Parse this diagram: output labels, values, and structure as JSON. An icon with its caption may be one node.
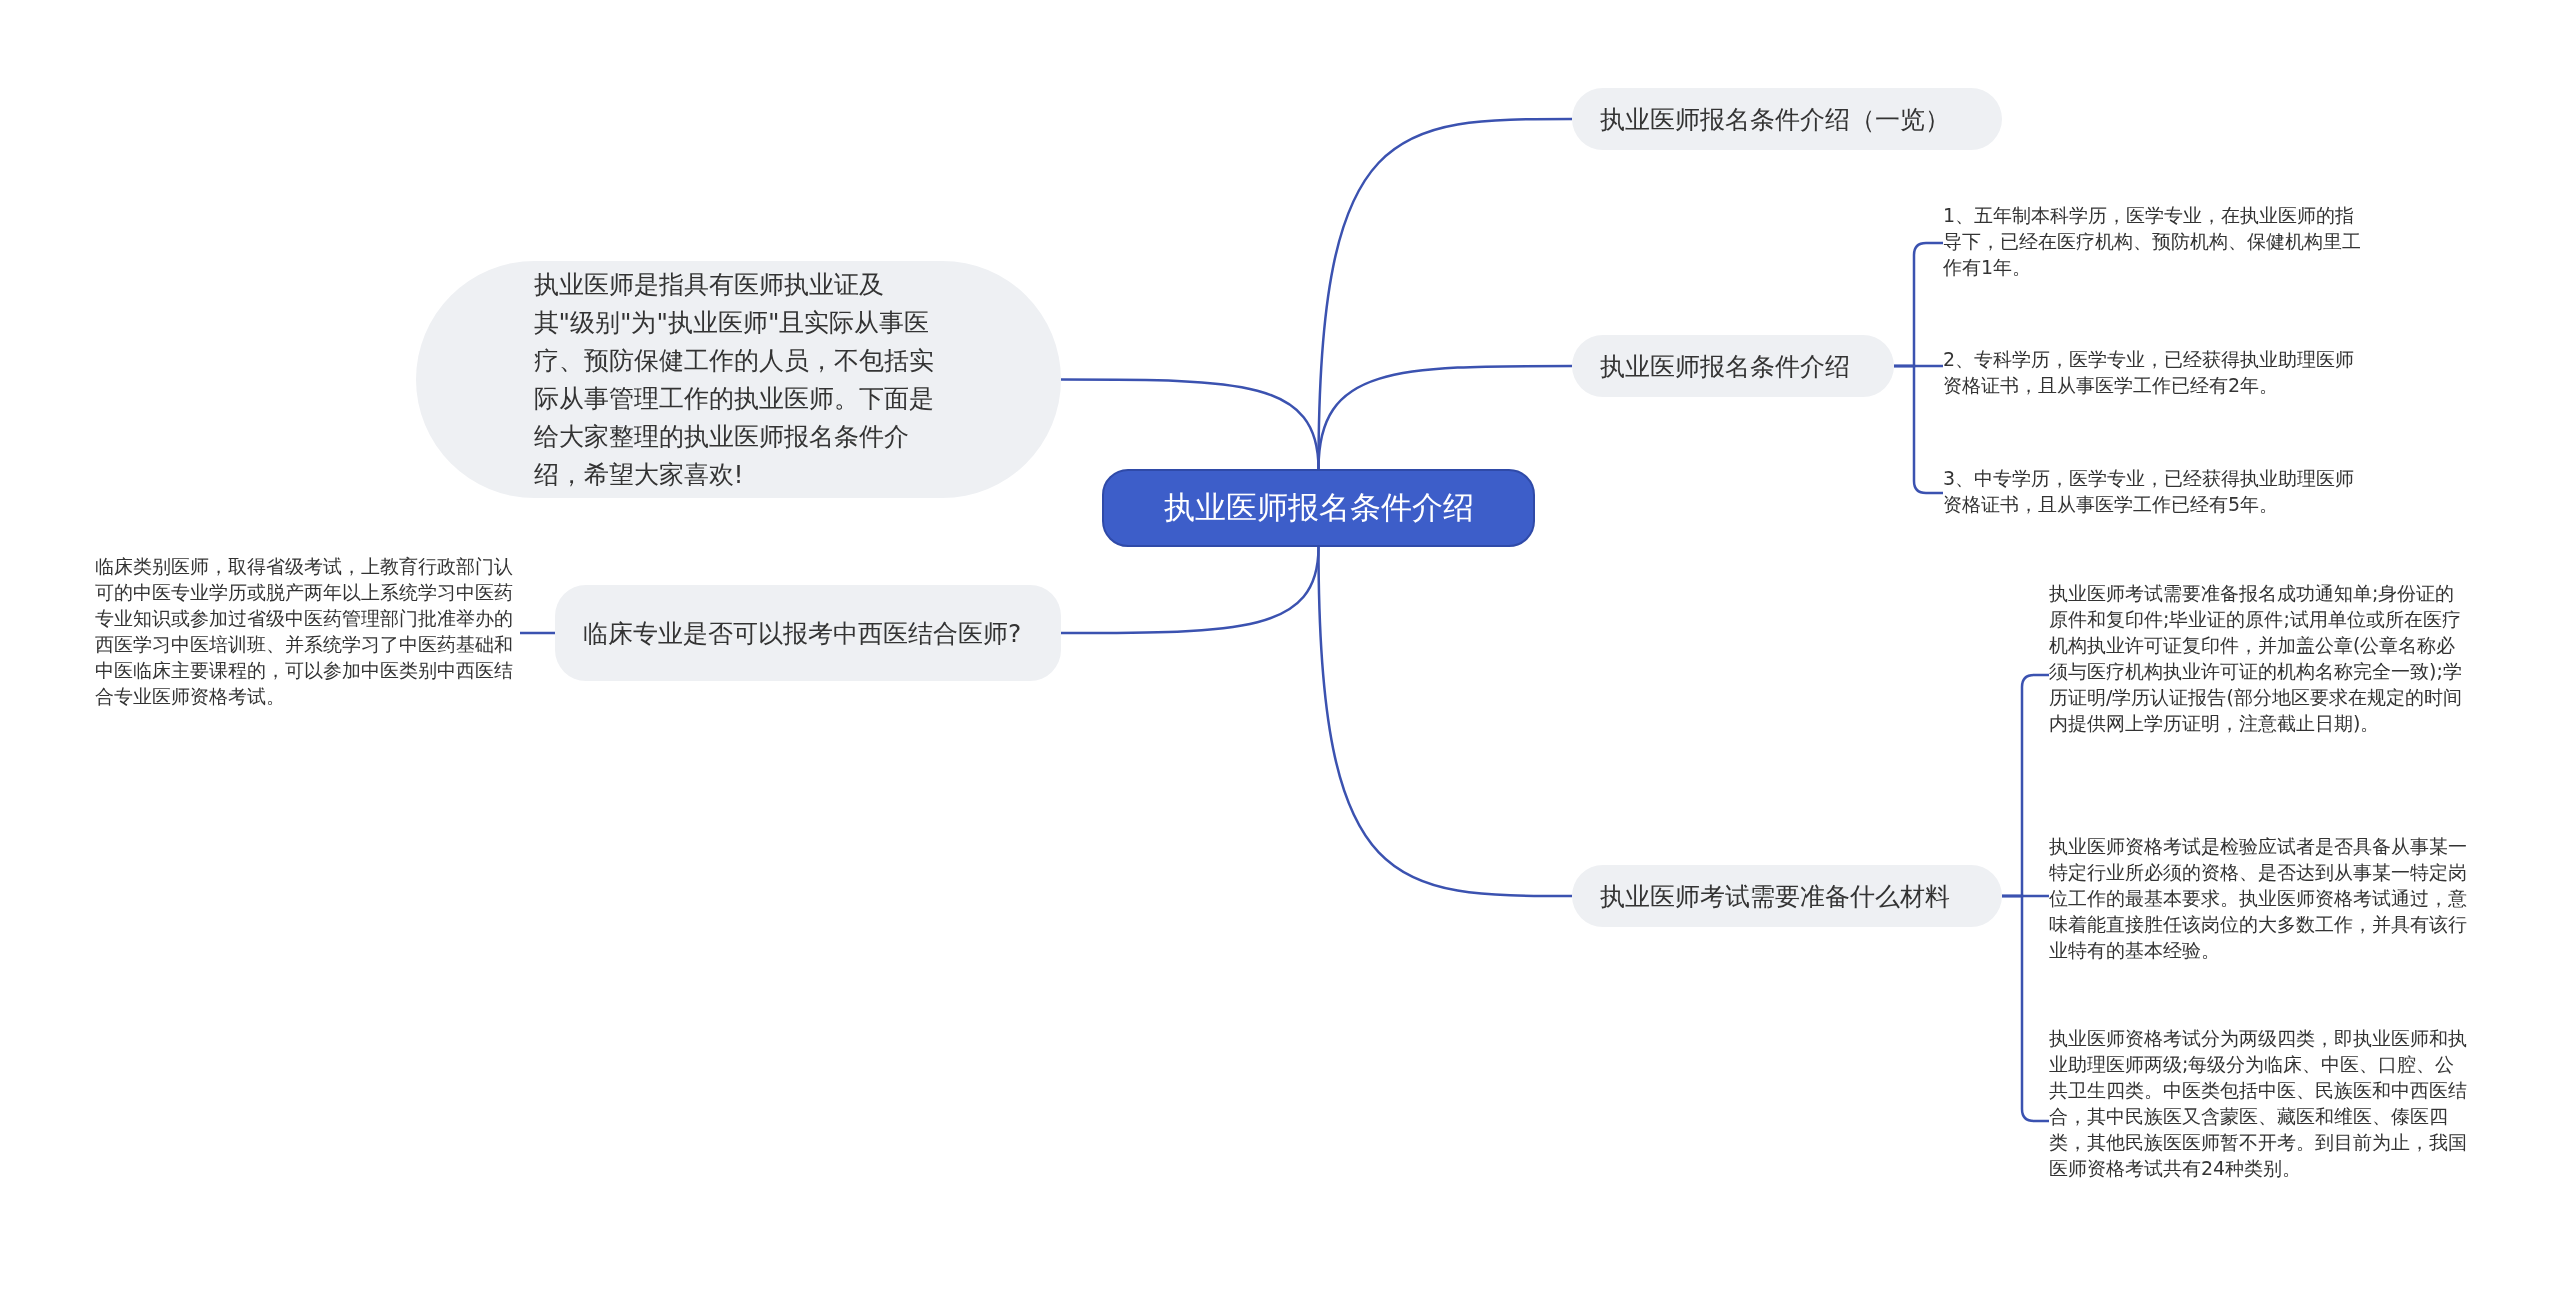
{
  "diagram": {
    "nodes": [
      {
        "text": [
          "执业医师报名条件介绍"
        ]
      },
      {
        "text": [
          "执业医师报名条件介绍（一览）"
        ]
      },
      {
        "text": [
          "执业医师是指具有医师执业证及其\"级别\"为\"执业医师\"且实际从事医疗、预防保健工作的人员，不包括实际从事管理工作的执业医师。下面是给大家整理的执业医师报名条件介绍，希望大家喜欢!"
        ]
      },
      {
        "text": [
          "执业医师报名条件介绍"
        ]
      },
      {
        "text": [
          "1、五年制本科学历，医学专业，在执业医师的指导下，已经在医疗机构、预防机构、保健机构里工作有1年。"
        ]
      },
      {
        "text": [
          "2、专科学历，医学专业，已经获得执业助理医师资格证书，且从事医学工作已经有2年。"
        ]
      },
      {
        "text": [
          "3、中专学历，医学专业，已经获得执业助理医师资格证书，且从事医学工作已经有5年。"
        ]
      },
      {
        "text": [
          "临床专业是否可以报考中西医结合医师?"
        ]
      },
      {
        "text": [
          "临床类别医师，取得省级考试，上教育行政部门认可的中医专业学历或脱产两年以上系统学习中医药专业知识或参加过省级中医药管理部门批准举办的西医学习中医培训班、并系统学习了中医药基础和中医临床主要课程的，可以参加中医类别中西医结合专业医师资格考试。"
        ]
      },
      {
        "text": [
          "执业医师考试需要准备什么材料"
        ]
      },
      {
        "text": [
          "执业医师考试需要准备报名成功通知单;身份证的原件和复印件;毕业证的原件;试用单位或所在医疗机构执业许可证复印件，并加盖公章(公章名称必须与医疗机构执业许可证的机构名称完全一致);学历证明/学历认证报告(部分地区要求在规定的时间内提供网上学历证明，注意截止日期)。"
        ]
      },
      {
        "text": [
          "执业医师资格考试是检验应试者是否具备从事某一特定行业所必须的资格、是否达到从事某一特定岗位工作的最基本要求。执业医师资格考试通过，意味着能直接胜任该岗位的大多数工作，并具有该行业特有的基本经验。"
        ]
      },
      {
        "text": [
          "执业医师资格考试分为两级四类，即执业医师和执业助理医师两级;每级分为临床、中医、口腔、公共卫生四类。中医类包括中医、民族医和中西医结合，其中民族医又含蒙医、藏医和维医、傣医四类，其他民族医医师暂不开考。到目前为止，我国医师资格考试共有24种类别。"
        ]
      }
    ],
    "edges": [
      {
        "from": 0,
        "to": 1,
        "arrow": "none"
      },
      {
        "from": 0,
        "to": 2,
        "arrow": "none"
      },
      {
        "from": 0,
        "to": 3,
        "arrow": "none"
      },
      {
        "from": 3,
        "to": 4,
        "arrow": "none"
      },
      {
        "from": 3,
        "to": 5,
        "arrow": "none"
      },
      {
        "from": 3,
        "to": 6,
        "arrow": "none"
      },
      {
        "from": 0,
        "to": 7,
        "arrow": "none"
      },
      {
        "from": 7,
        "to": 8,
        "arrow": "none"
      },
      {
        "from": 0,
        "to": 9,
        "arrow": "none"
      },
      {
        "from": 9,
        "to": 10,
        "arrow": "none"
      },
      {
        "from": 9,
        "to": 11,
        "arrow": "none"
      },
      {
        "from": 9,
        "to": 12,
        "arrow": "none"
      }
    ]
  }
}
